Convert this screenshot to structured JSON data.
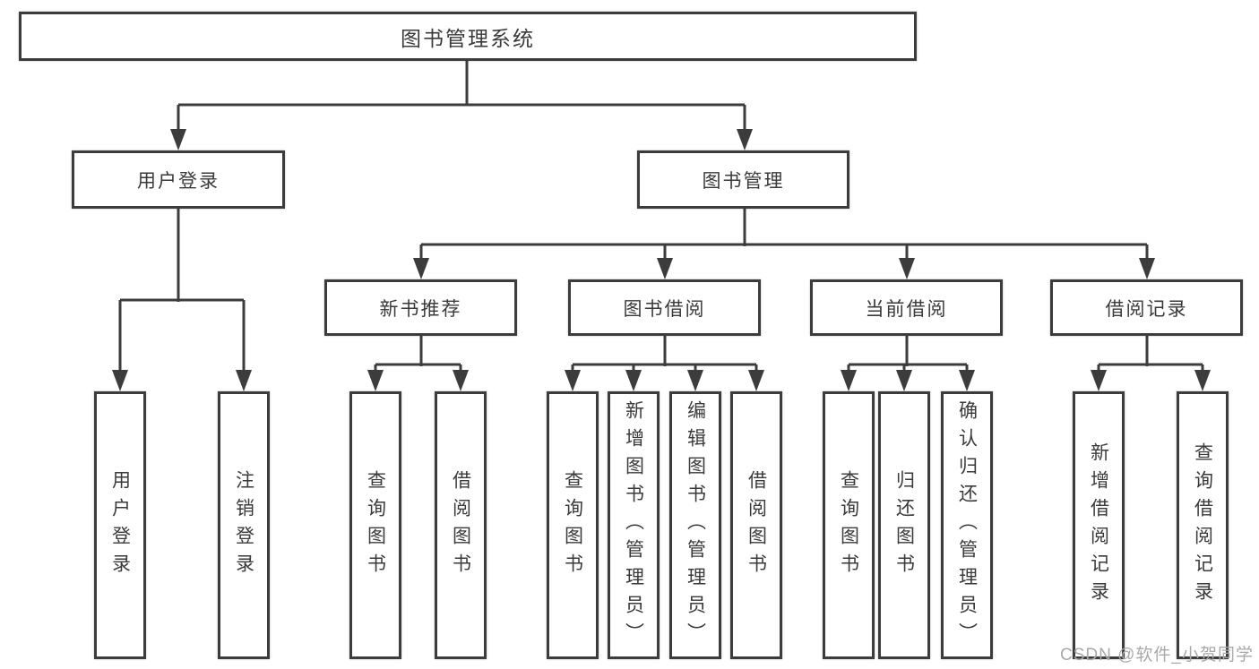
{
  "colors": {
    "line": "#3c3c3c",
    "text": "#3a3a3a",
    "watermark": "#a9a9a9",
    "background": "#ffffff"
  },
  "watermark": "CSDN @软件_小贺同学",
  "nodes": {
    "root": {
      "label": "图书管理系统"
    },
    "branches": [
      {
        "label": "用户登录",
        "leaves": [
          "用户登录",
          "注销登录"
        ]
      },
      {
        "label": "图书管理",
        "groups": [
          {
            "label": "新书推荐",
            "leaves": [
              "查询图书",
              "借阅图书"
            ]
          },
          {
            "label": "图书借阅",
            "leaves": [
              "查询图书",
              "新增图书（管理员）",
              "编辑图书（管理员）",
              "借阅图书"
            ]
          },
          {
            "label": "当前借阅",
            "leaves": [
              "查询图书",
              "归还图书",
              "确认归还（管理员）"
            ]
          },
          {
            "label": "借阅记录",
            "leaves": [
              "新增借阅记录",
              "查询借阅记录"
            ]
          }
        ]
      }
    ]
  }
}
